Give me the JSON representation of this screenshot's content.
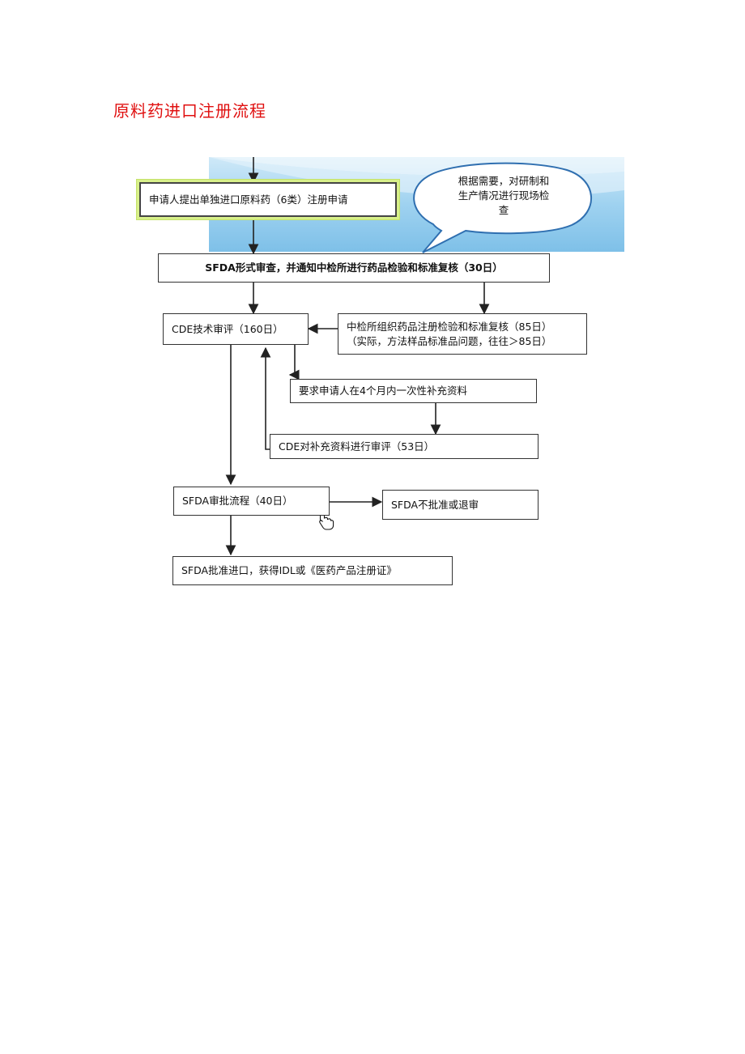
{
  "page": {
    "title": "原料药进口注册流程"
  },
  "flow": {
    "apply": "申请人提出单独进口原料药（6类）注册申请",
    "callout": [
      "根据需要，对研制和",
      "生产情况进行现场检",
      "查"
    ],
    "sfda_review": "SFDA形式审查，并通知中检所进行药品检验和标准复核（30日）",
    "cde_review": "CDE技术审评（160日）",
    "nicpbp_test": [
      "中检所组织药品注册检验和标准复核（85日）",
      "（实际，方法样品标准品问题，往往＞85日）"
    ],
    "supplement_request": "要求申请人在4个月内一次性补充资料",
    "cde_supplement_review": "CDE对补充资料进行审评（53日）",
    "sfda_approval_process": "SFDA审批流程（40日）",
    "sfda_reject": "SFDA不批准或退审",
    "sfda_approve": "SFDA批准进口，获得IDL或《医药产品注册证》"
  },
  "colors": {
    "title": "#e01010",
    "band": "#7ec0e8",
    "highlight_glow": "#d8f08a",
    "line": "#222222"
  }
}
